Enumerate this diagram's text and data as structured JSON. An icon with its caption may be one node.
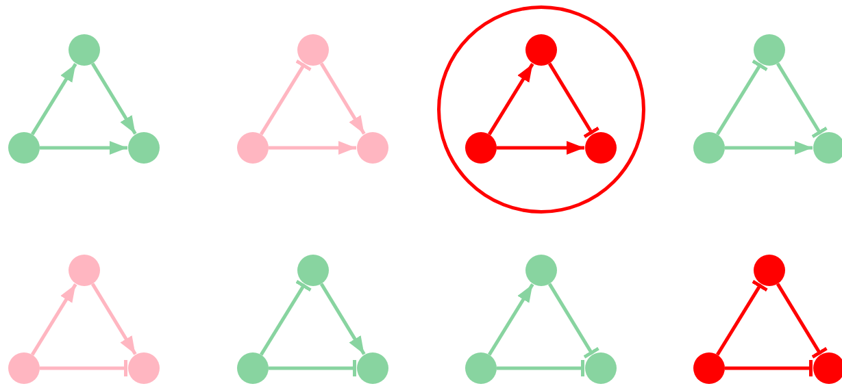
{
  "diagram": {
    "nodes": [
      {
        "text": [],
        "shape": "circle"
      },
      {
        "text": [],
        "shape": "circle"
      },
      {
        "text": [],
        "shape": "circle"
      },
      {
        "text": [],
        "shape": "circle"
      },
      {
        "text": [],
        "shape": "circle"
      },
      {
        "text": [],
        "shape": "circle"
      },
      {
        "text": [],
        "shape": "circle"
      },
      {
        "text": [],
        "shape": "circle",
        "in": 6
      },
      {
        "text": [],
        "shape": "circle",
        "in": 6
      },
      {
        "text": [],
        "shape": "circle",
        "in": 6
      },
      {
        "text": [],
        "shape": "circle"
      },
      {
        "text": [],
        "shape": "circle"
      },
      {
        "text": [],
        "shape": "circle"
      },
      {
        "text": [],
        "shape": "circle"
      },
      {
        "text": [],
        "shape": "circle"
      },
      {
        "text": [],
        "shape": "circle"
      },
      {
        "text": [],
        "shape": "circle"
      },
      {
        "text": [],
        "shape": "circle"
      },
      {
        "text": [],
        "shape": "circle"
      },
      {
        "text": [],
        "shape": "circle"
      },
      {
        "text": [],
        "shape": "circle"
      },
      {
        "text": [],
        "shape": "circle"
      },
      {
        "text": [],
        "shape": "circle"
      },
      {
        "text": [],
        "shape": "circle"
      },
      {
        "text": [],
        "shape": "circle"
      }
    ],
    "edges": [
      {
        "from": 1,
        "to": 0,
        "arrow": "to"
      },
      {
        "from": 0,
        "to": 2,
        "arrow": "to"
      },
      {
        "from": 1,
        "to": 2,
        "arrow": "to"
      },
      {
        "from": 4,
        "to": 3,
        "arrow": "other",
        "color": "#ffb6c1"
      },
      {
        "from": 3,
        "to": 5,
        "arrow": "to",
        "color": "#ffb6c1"
      },
      {
        "from": 4,
        "to": 5,
        "arrow": "to",
        "color": "#ffb6c1"
      },
      {
        "from": 8,
        "to": 7,
        "arrow": "to",
        "color": "#ff0000"
      },
      {
        "from": 7,
        "to": 9,
        "arrow": "other",
        "color": "#ff0000"
      },
      {
        "from": 8,
        "to": 9,
        "arrow": "to",
        "color": "#ff0000"
      },
      {
        "from": 11,
        "to": 10,
        "arrow": "other"
      },
      {
        "from": 10,
        "to": 12,
        "arrow": "other"
      },
      {
        "from": 11,
        "to": 12,
        "arrow": "to"
      },
      {
        "from": 14,
        "to": 13,
        "arrow": "to",
        "color": "#ffb6c1"
      },
      {
        "from": 13,
        "to": 15,
        "arrow": "to",
        "color": "#ffb6c1"
      },
      {
        "from": 14,
        "to": 15,
        "arrow": "other",
        "color": "#ffb6c1"
      },
      {
        "from": 17,
        "to": 16,
        "arrow": "other"
      },
      {
        "from": 16,
        "to": 18,
        "arrow": "to"
      },
      {
        "from": 17,
        "to": 18,
        "arrow": "other"
      },
      {
        "from": 20,
        "to": 19,
        "arrow": "to"
      },
      {
        "from": 19,
        "to": 21,
        "arrow": "other"
      },
      {
        "from": 20,
        "to": 21,
        "arrow": "other"
      },
      {
        "from": 23,
        "to": 22,
        "arrow": "other",
        "color": "#ff0000"
      },
      {
        "from": 22,
        "to": 24,
        "arrow": "other",
        "color": "#ff0000"
      },
      {
        "from": 23,
        "to": 24,
        "arrow": "other",
        "color": "#ff0000"
      }
    ]
  }
}
